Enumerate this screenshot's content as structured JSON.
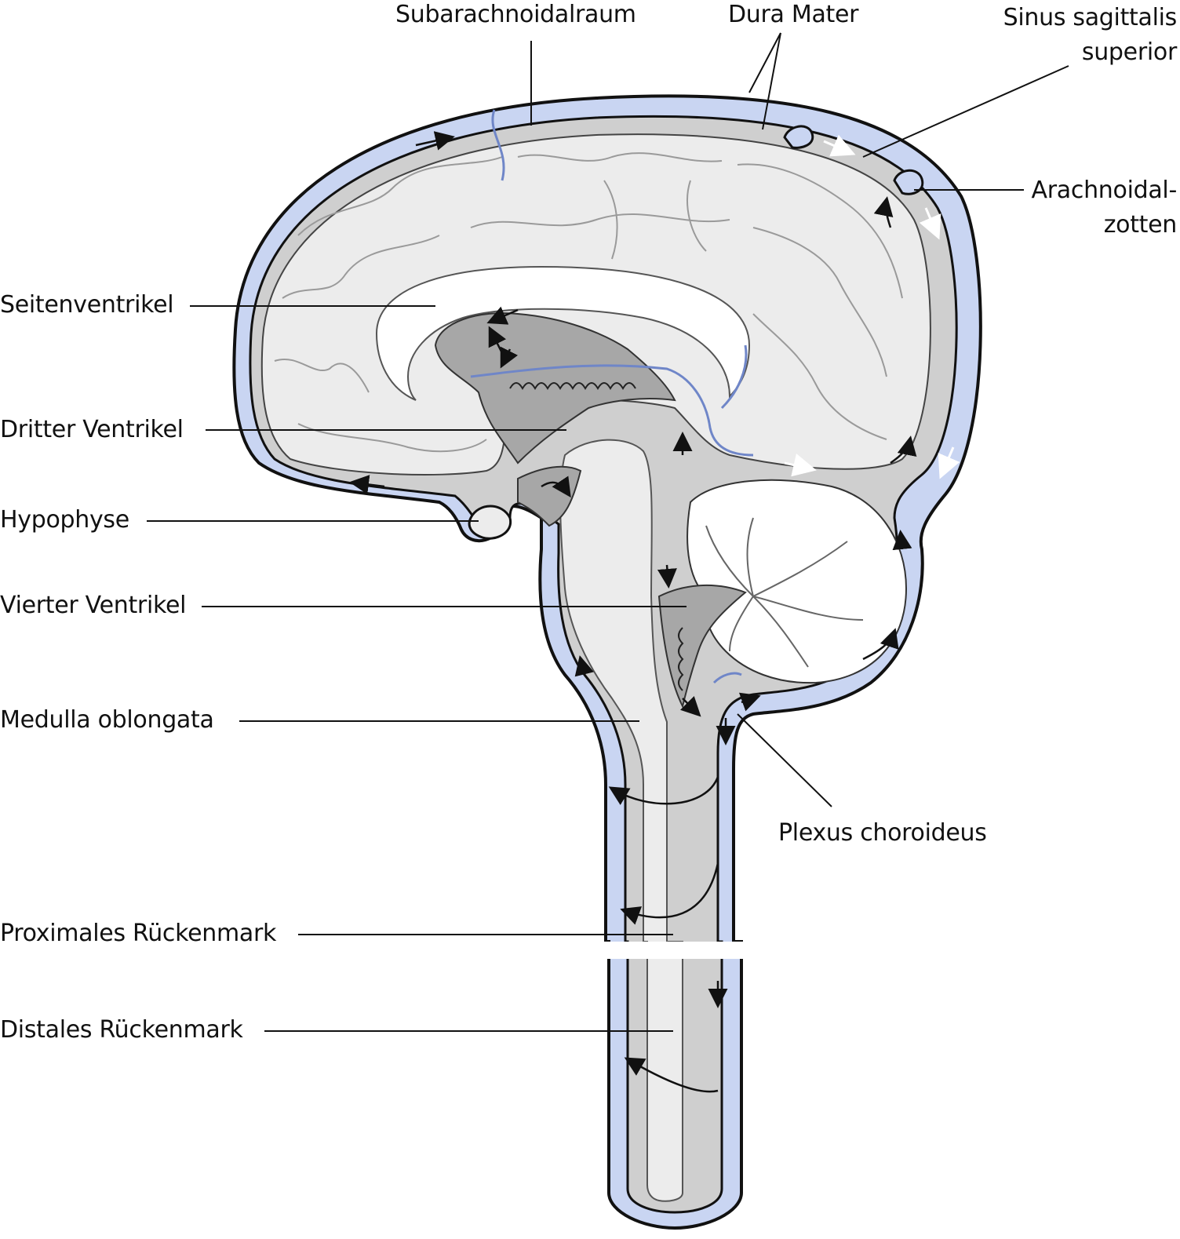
{
  "labels": {
    "subarachnoidalraum": "Subarachnoidalraum",
    "dura_mater": "Dura Mater",
    "sinus_line1": "Sinus sagittalis",
    "sinus_line2": "superior",
    "arach_line1": "Arachnoidal-",
    "arach_line2": "zotten",
    "seitenventrikel": "Seitenventrikel",
    "dritter_ventrikel": "Dritter Ventrikel",
    "hypophyse": "Hypophyse",
    "vierter_ventrikel": "Vierter Ventrikel",
    "medulla_oblongata": "Medulla oblongata",
    "plexus_choroideus": "Plexus choroideus",
    "proximales_rueckenmark": "Proximales Rückenmark",
    "distales_rueckenmark": "Distales Rückenmark"
  },
  "colors": {
    "csf_blue": "#c9d5f2",
    "tissue_light": "#ececec",
    "tissue_mid": "#cfcfcf",
    "tissue_dark": "#a7a7a7",
    "outline": "#111111",
    "vessel": "#6f86c8"
  }
}
